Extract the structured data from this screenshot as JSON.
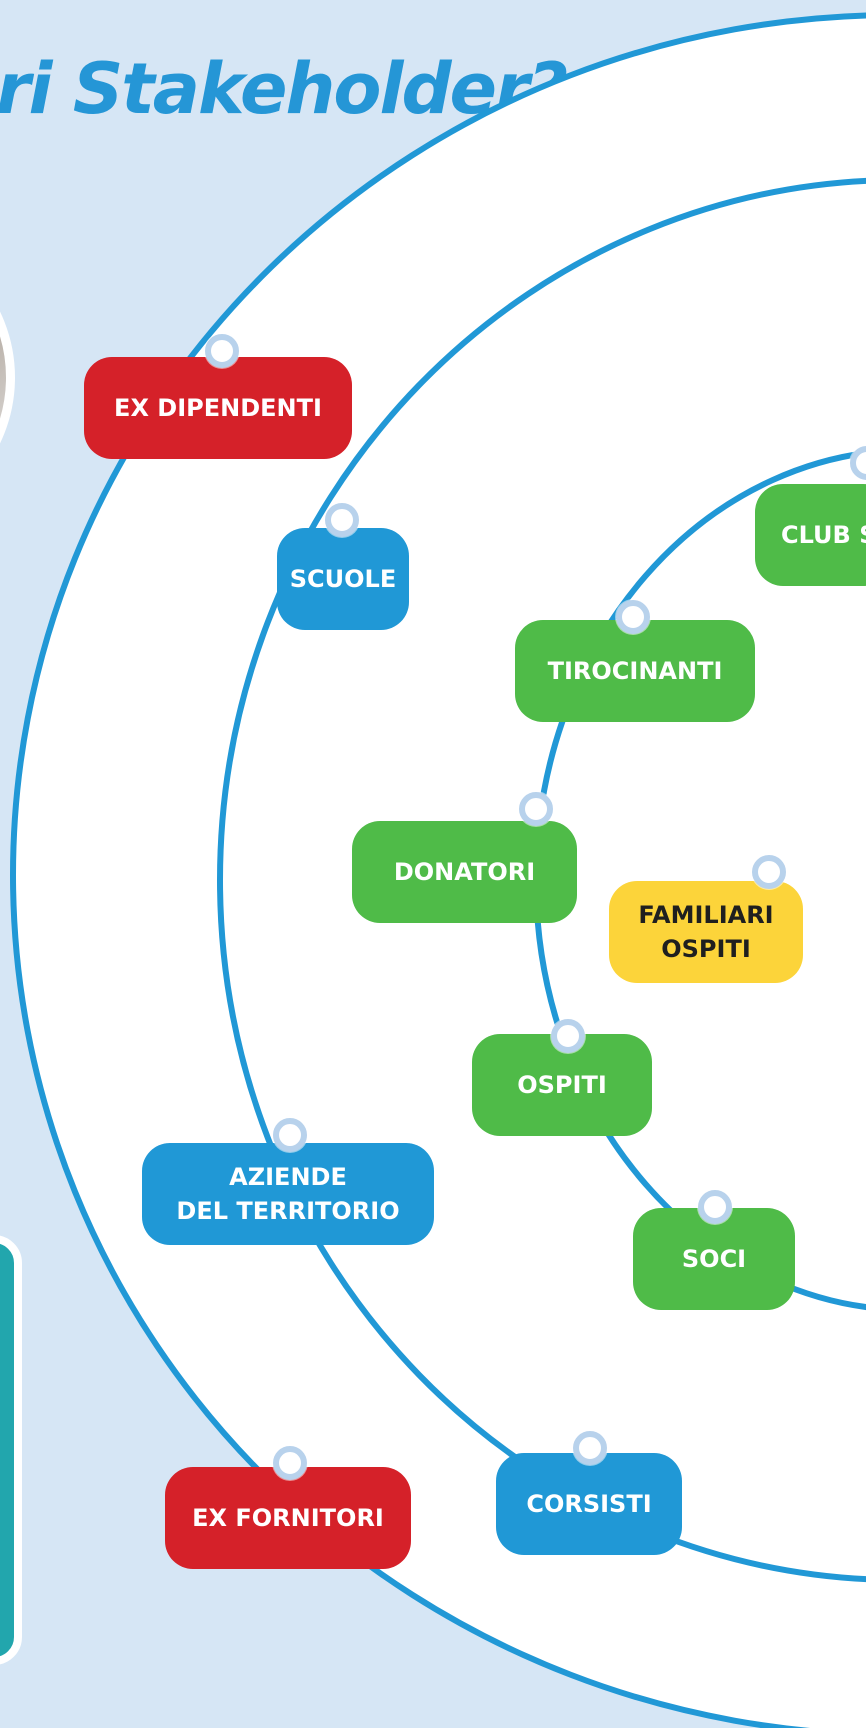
{
  "header": {
    "title": "ri Stakeholder?"
  },
  "diagram": {
    "rings": [
      {
        "name": "outer-ring",
        "color": "#2198d6"
      },
      {
        "name": "middle-ring",
        "color": "#2198d6"
      },
      {
        "name": "inner-ring",
        "color": "#2198d6"
      }
    ],
    "nodes": [
      {
        "name": "ex-dipendenti-node",
        "label": "EX DIPENDENTI",
        "color": "red",
        "text_color": "#ffffff"
      },
      {
        "name": "scuole-node",
        "label": "SCUOLE",
        "color": "blue",
        "text_color": "#ffffff"
      },
      {
        "name": "club-node",
        "label": "CLUB S",
        "color": "green",
        "text_color": "#ffffff"
      },
      {
        "name": "tirocinanti-node",
        "label": "TIROCINANTI",
        "color": "green",
        "text_color": "#ffffff"
      },
      {
        "name": "donatori-node",
        "label": "DONATORI",
        "color": "green",
        "text_color": "#ffffff"
      },
      {
        "name": "familiari-ospiti-node",
        "label": "FAMILIARI\nOSPITI",
        "color": "yellow",
        "text_color": "#1f1f1f"
      },
      {
        "name": "ospiti-node",
        "label": "OSPITI",
        "color": "green",
        "text_color": "#ffffff"
      },
      {
        "name": "aziende-del-territorio-node",
        "label": "AZIENDE\nDEL TERRITORIO",
        "color": "blue",
        "text_color": "#ffffff"
      },
      {
        "name": "soci-node",
        "label": "SOCI",
        "color": "green",
        "text_color": "#ffffff"
      },
      {
        "name": "ex-fornitori-node",
        "label": "EX FORNITORI",
        "color": "red",
        "text_color": "#ffffff"
      },
      {
        "name": "corsisti-node",
        "label": "CORSISTI",
        "color": "blue",
        "text_color": "#ffffff"
      }
    ]
  },
  "colors": {
    "background": "#d6e6f5",
    "ring": "#2198d6",
    "red": "#d52129",
    "blue": "#2098d6",
    "green": "#4fbb48",
    "yellow": "#fcd43a",
    "title": "#2596d6"
  }
}
